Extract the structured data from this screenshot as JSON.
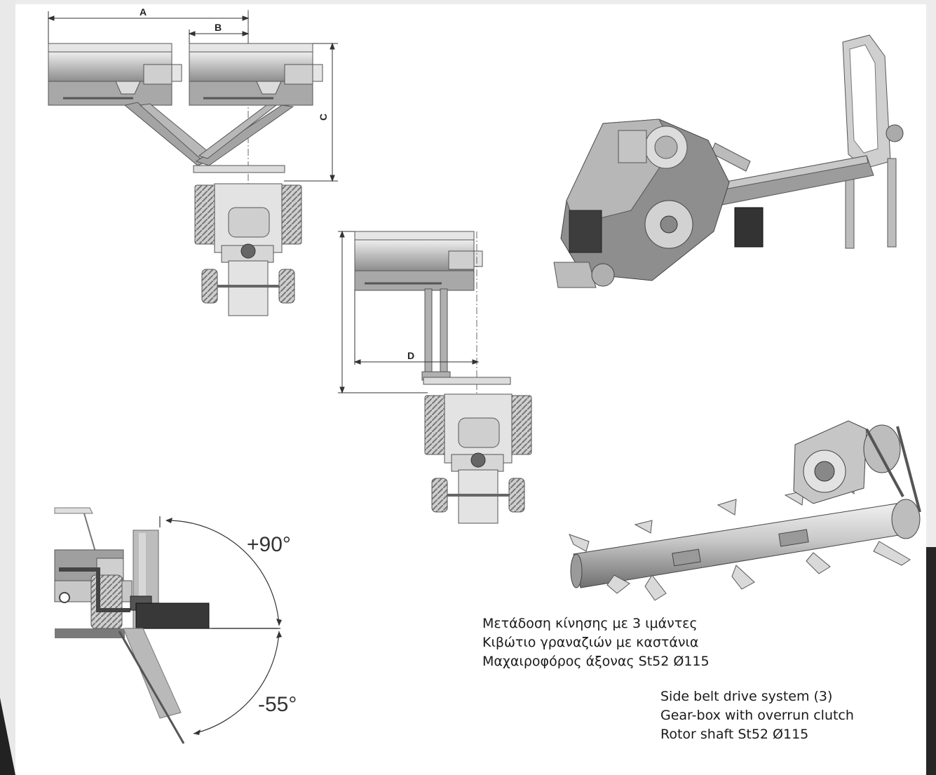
{
  "dimensions": {
    "a": "A",
    "b": "B",
    "c": "C",
    "d": "D"
  },
  "angles": {
    "up": "+90°",
    "down": "-55°"
  },
  "captions": {
    "greek": [
      "Μετάδοση κίνησης με 3 ιμάντες",
      "Κιβώτιο γραναζιών με καστάνια",
      "Μαχαιροφόρος άξονας St52 Ø115"
    ],
    "english": [
      "Side belt drive system (3)",
      "Gear-box with overrun clutch",
      "Rotor shaft St52 Ø115"
    ]
  },
  "colors": {
    "frame": "#e9e9e9",
    "accent_dark": "#222222",
    "metal_light": "#d9d9d9",
    "metal_mid": "#a9a9a9",
    "metal_dark": "#555555"
  }
}
